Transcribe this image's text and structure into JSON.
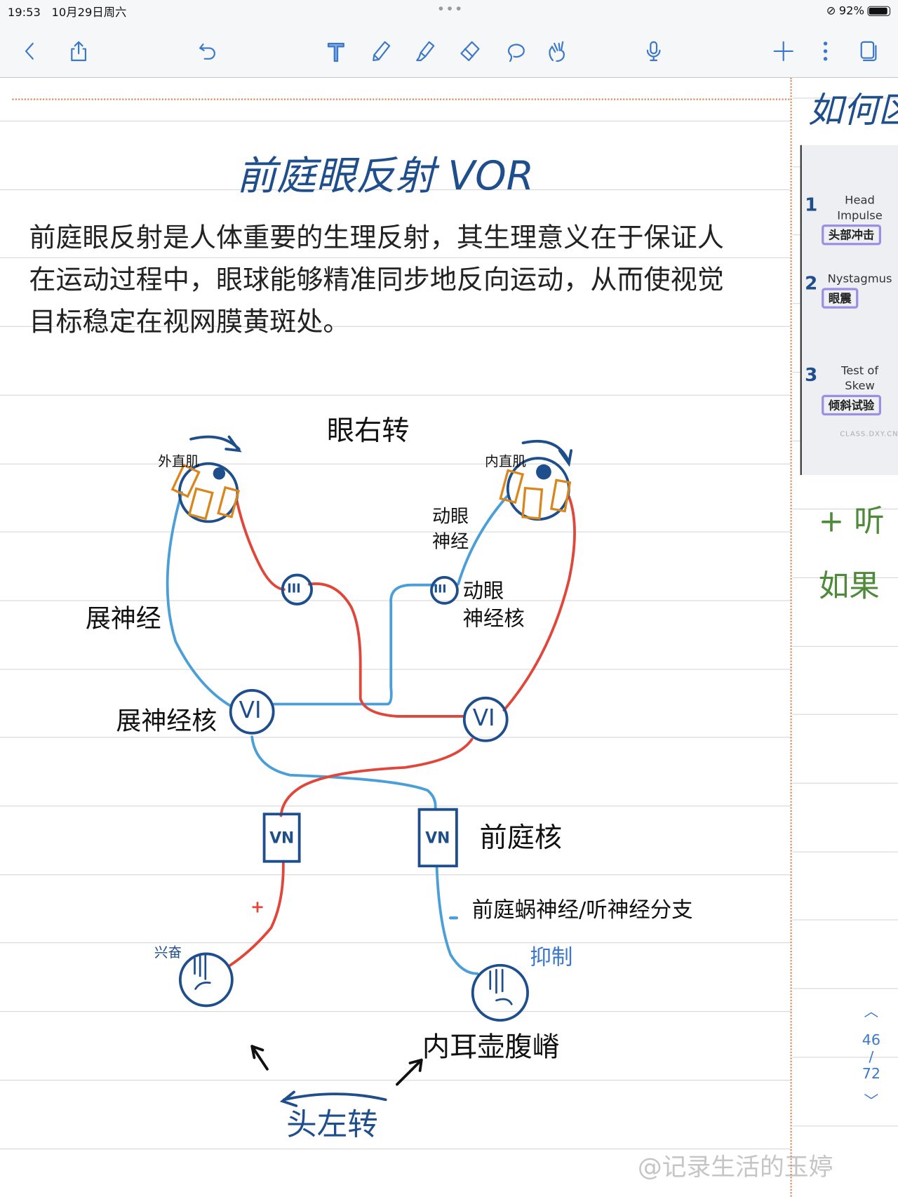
{
  "status_bar": {
    "time": "19:53",
    "date": "10月29日周六",
    "battery": "92%",
    "battery_level": 0.92
  },
  "toolbar": {
    "icons": [
      "back-icon",
      "share-icon",
      "undo-icon",
      "text-tool-icon",
      "pen-icon",
      "highlighter-icon",
      "eraser-icon",
      "lasso-icon",
      "hand-icon",
      "microphone-icon",
      "add-icon",
      "more-icon",
      "pages-icon"
    ],
    "accent": "#3b78c9"
  },
  "note": {
    "title": "前庭眼反射 VOR",
    "paragraph": "前庭眼反射是人体重要的生理反射，其生理意义在于保证人在运动过程中，眼球能够精准同步地反向运动，从而使视觉目标稳定在视网膜黄斑处。",
    "diagram": {
      "heading": "眼右转",
      "lateral_rectus": "外直肌",
      "medial_rectus": "内直肌",
      "oculomotor_nerve": "动眼神经",
      "oculomotor_nucleus_line1": "动眼",
      "oculomotor_nucleus_line2": "神经核",
      "abducens_nerve": "展神经",
      "abducens_nucleus": "展神经核",
      "node_III": "III",
      "node_VI": "VI",
      "node_VN": "VN",
      "vestibular_nucleus": "前庭核",
      "vestibulocochlear_nerve": "前庭蜗神经/听神经分支",
      "plus": "+",
      "minus": "-",
      "excite": "兴奋",
      "inhibit": "抑制",
      "ampulla": "内耳壶腹嵴",
      "head_turn": "头左转",
      "colors": {
        "excitatory": "#e0463a",
        "inhibitory": "#4a9fd8",
        "ink": "#1f4e8c",
        "muscle": "#d9861c"
      }
    }
  },
  "side_panel": {
    "heading": "如何区",
    "items": [
      {
        "num": "1",
        "en": "Head Impulse",
        "zh": "头部冲击"
      },
      {
        "num": "2",
        "en": "Nystagmus",
        "zh": "眼震"
      },
      {
        "num": "3",
        "en": "Test of Skew",
        "zh": "倾斜试验"
      }
    ],
    "source": "CLASS.DXY.CN",
    "note1": "+ 听",
    "note2": "如果"
  },
  "pager": {
    "current": "46",
    "sep": "/",
    "total": "72"
  },
  "watermark": "@记录生活的玉婷"
}
